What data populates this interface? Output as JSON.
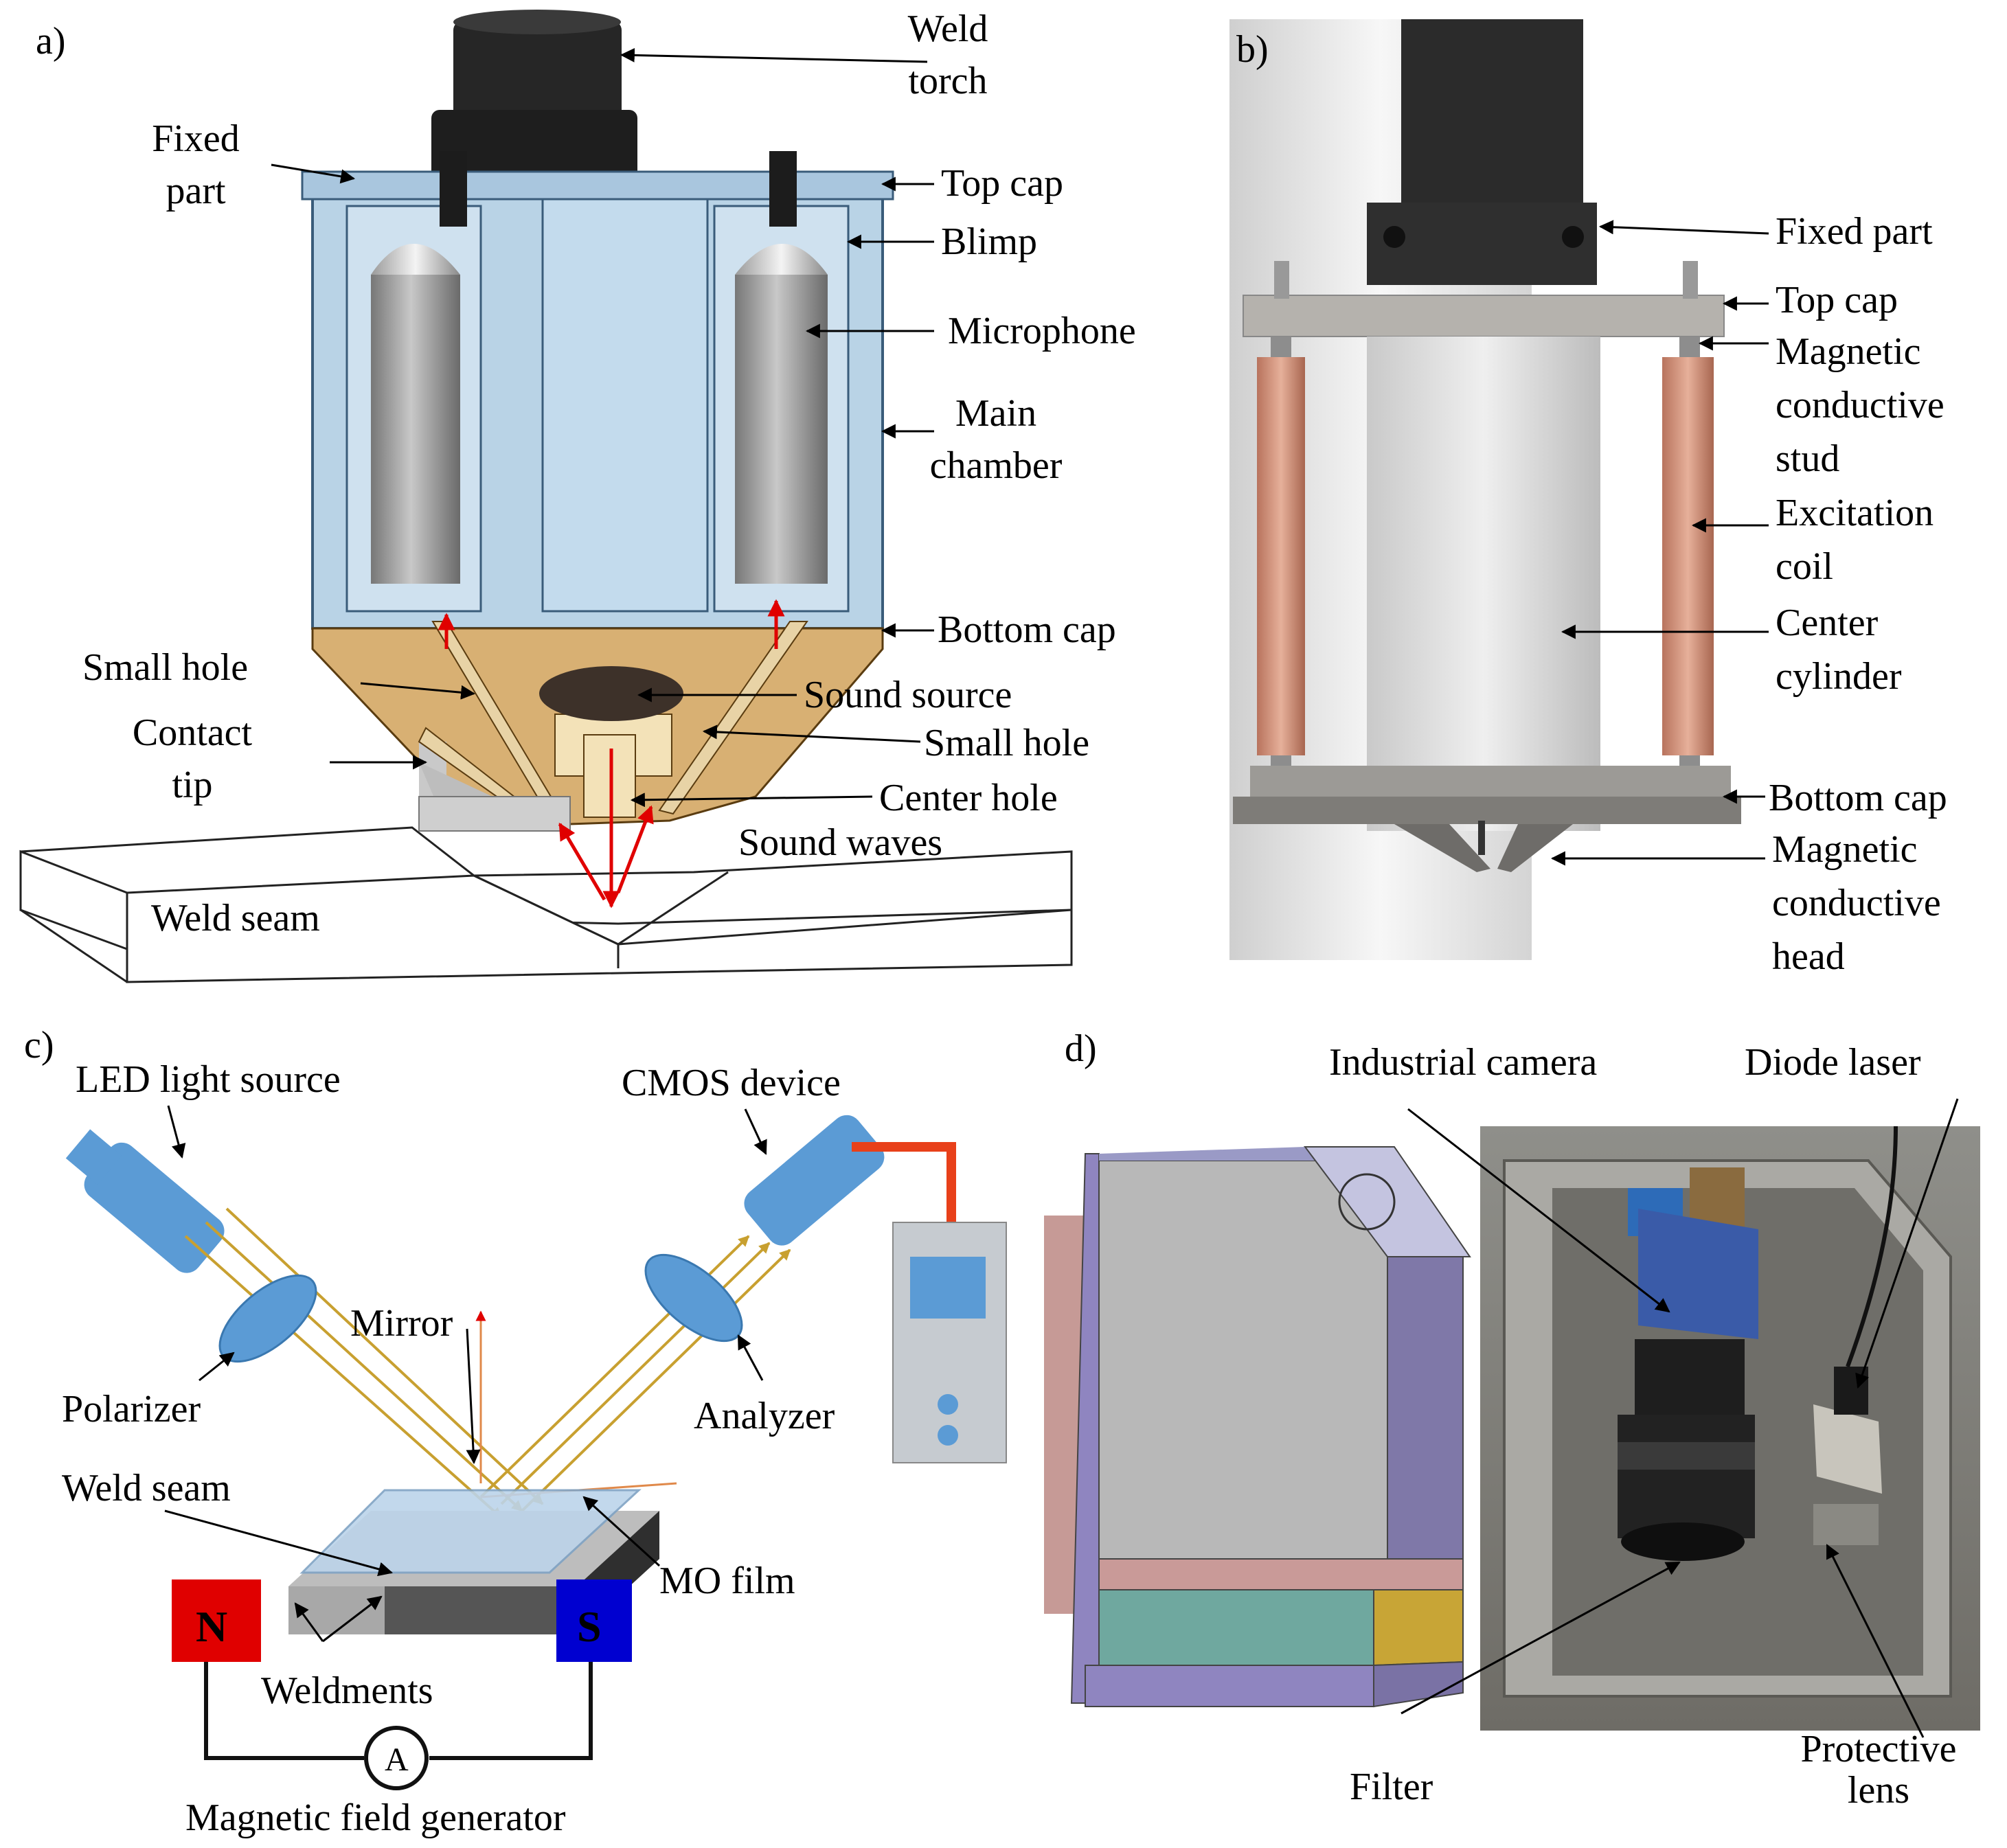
{
  "panel_a": {
    "panel_label": "a)",
    "labels": [
      {
        "id": "weld-torch",
        "lines": [
          "Weld",
          "torch"
        ]
      },
      {
        "id": "fixed-part",
        "lines": [
          "Fixed",
          "part"
        ]
      },
      {
        "id": "top-cap",
        "lines": [
          "Top cap"
        ]
      },
      {
        "id": "blimp",
        "lines": [
          "Blimp"
        ]
      },
      {
        "id": "microphone",
        "lines": [
          "Microphone"
        ]
      },
      {
        "id": "main-chamber",
        "lines": [
          "Main",
          "chamber"
        ]
      },
      {
        "id": "bottom-cap",
        "lines": [
          "Bottom cap"
        ]
      },
      {
        "id": "small-hole-left",
        "lines": [
          "Small hole"
        ]
      },
      {
        "id": "sound-source",
        "lines": [
          "Sound source"
        ]
      },
      {
        "id": "contact-tip",
        "lines": [
          "Contact",
          "tip"
        ]
      },
      {
        "id": "small-hole-right",
        "lines": [
          "Small hole"
        ]
      },
      {
        "id": "center-hole",
        "lines": [
          "Center hole"
        ]
      },
      {
        "id": "sound-waves",
        "lines": [
          "Sound waves"
        ]
      },
      {
        "id": "weld-seam",
        "lines": [
          "Weld seam"
        ]
      }
    ]
  },
  "panel_b": {
    "panel_label": "b)",
    "labels": [
      {
        "id": "fixed-part",
        "lines": [
          "Fixed part"
        ]
      },
      {
        "id": "top-cap",
        "lines": [
          "Top cap"
        ]
      },
      {
        "id": "magnetic-conductive-stud",
        "lines": [
          "Magnetic",
          "conductive",
          "stud"
        ]
      },
      {
        "id": "excitation-coil",
        "lines": [
          "Excitation",
          "coil"
        ]
      },
      {
        "id": "center-cylinder",
        "lines": [
          "Center",
          "cylinder"
        ]
      },
      {
        "id": "bottom-cap",
        "lines": [
          "Bottom cap"
        ]
      },
      {
        "id": "magnetic-conductive-head",
        "lines": [
          "Magnetic",
          "conductive",
          "head"
        ]
      }
    ]
  },
  "panel_c": {
    "panel_label": "c)",
    "labels": [
      {
        "id": "led-light-source",
        "lines": [
          "LED light source"
        ]
      },
      {
        "id": "cmos-device",
        "lines": [
          "CMOS device"
        ]
      },
      {
        "id": "mirror",
        "lines": [
          "Mirror"
        ]
      },
      {
        "id": "polarizer",
        "lines": [
          "Polarizer"
        ]
      },
      {
        "id": "analyzer",
        "lines": [
          "Analyzer"
        ]
      },
      {
        "id": "weld-seam",
        "lines": [
          "Weld seam"
        ]
      },
      {
        "id": "mo-film",
        "lines": [
          "MO film"
        ]
      },
      {
        "id": "weldments",
        "lines": [
          "Weldments"
        ]
      },
      {
        "id": "magnetic-field-generator",
        "lines": [
          "Magnetic field generator"
        ]
      }
    ],
    "magnet_north": "N",
    "magnet_south": "S",
    "ammeter": "A"
  },
  "panel_d": {
    "panel_label": "d)",
    "labels": [
      {
        "id": "industrial-camera",
        "lines": [
          "Industrial camera"
        ]
      },
      {
        "id": "diode-laser",
        "lines": [
          "Diode laser"
        ]
      },
      {
        "id": "filter",
        "lines": [
          "Filter"
        ]
      },
      {
        "id": "protective-lens",
        "lines": [
          "Protective",
          "lens"
        ]
      }
    ]
  },
  "colors": {
    "chamber_blue": "#b9d3e6",
    "brass": "#d8b073",
    "coil_copper": "#d79a82",
    "led_blue": "#5b9bd5",
    "beam_gold": "#c8a030",
    "magnet_north": "#e00000",
    "magnet_south": "#0000d0",
    "cable_red": "#e8401a",
    "arrow_red": "#e00000"
  }
}
